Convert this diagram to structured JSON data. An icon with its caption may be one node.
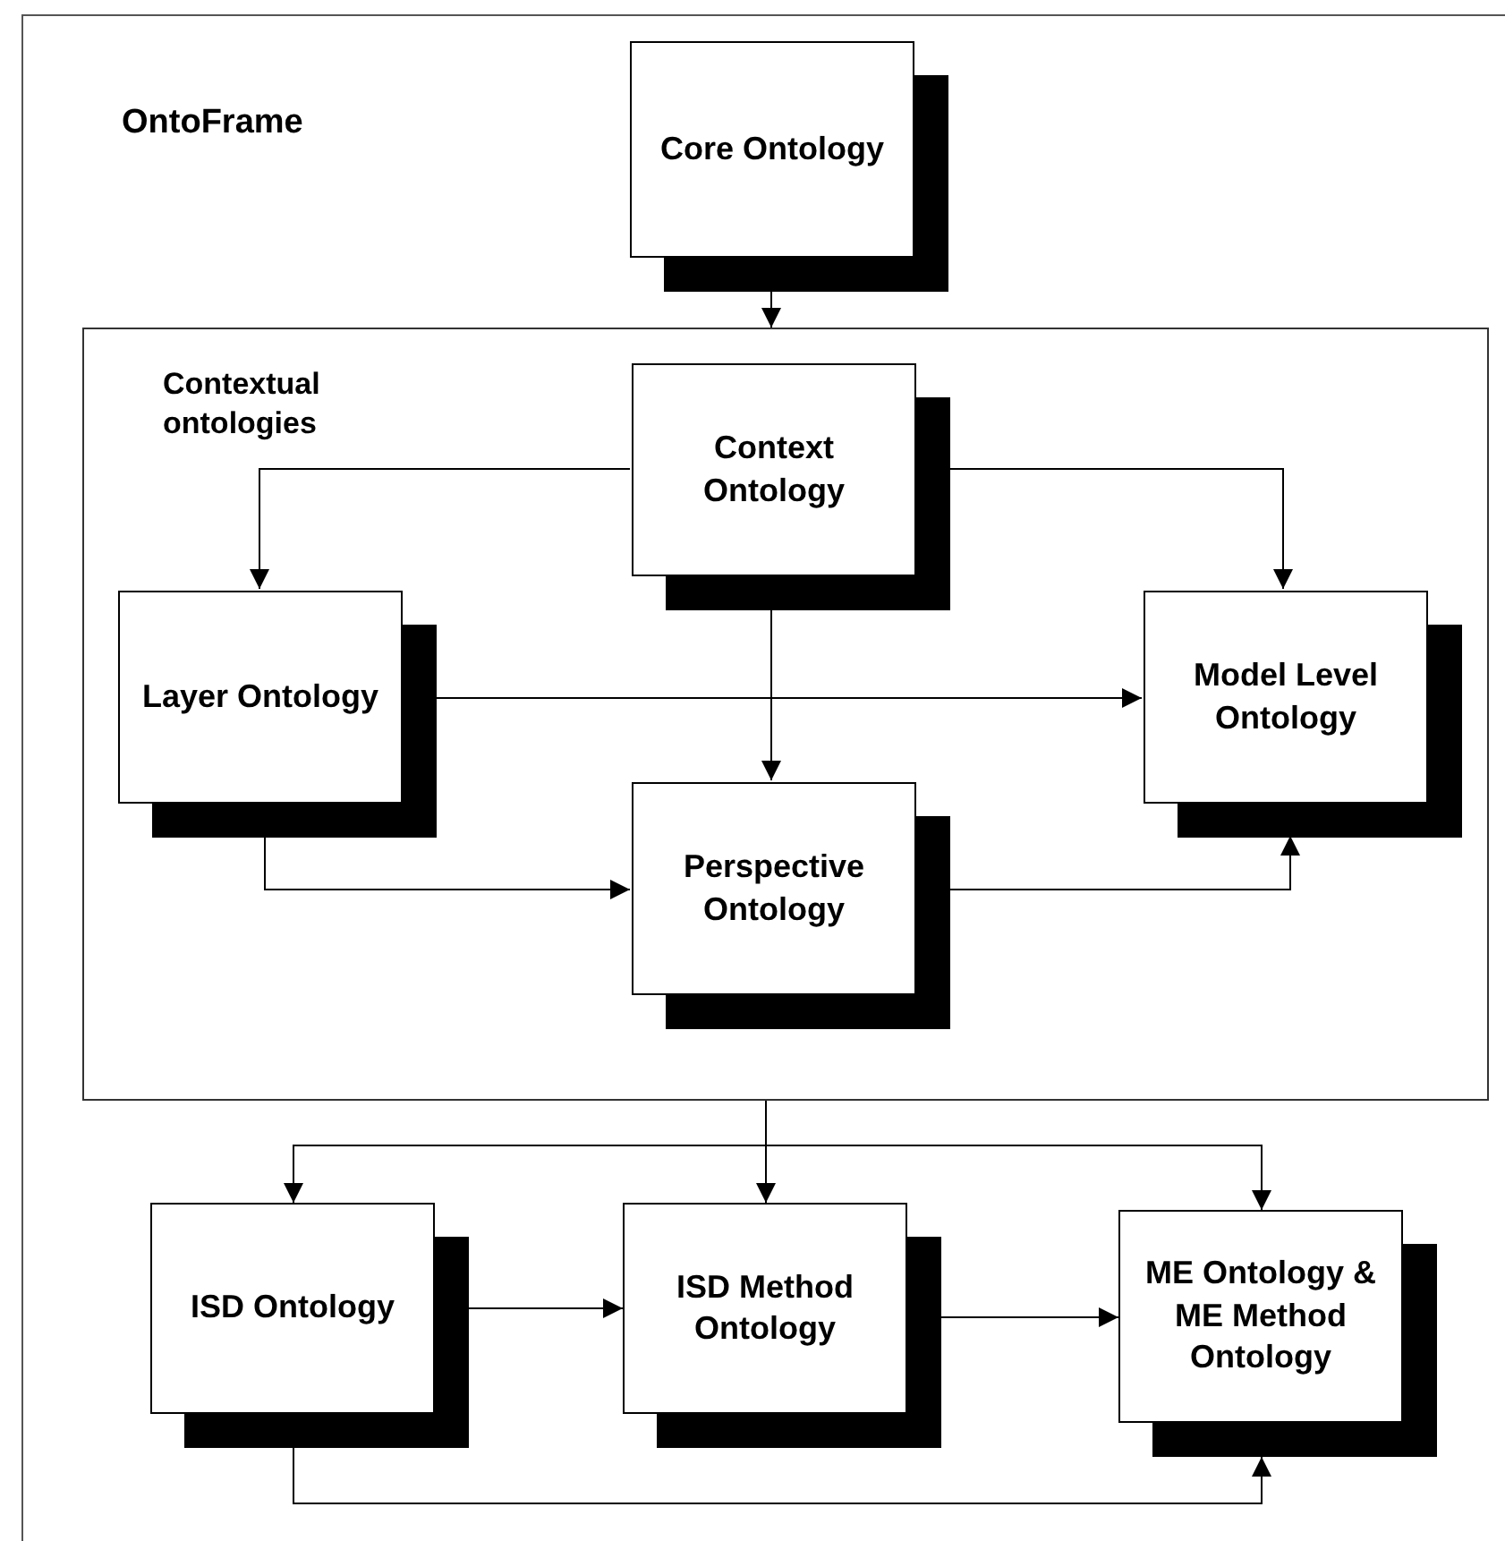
{
  "diagram": {
    "title": "OntoFrame",
    "nodes": [
      {
        "text": [
          "Core Ontology"
        ]
      },
      {
        "text": [
          "Contextual ontologies"
        ]
      },
      {
        "text": [
          "Context Ontology"
        ],
        "in": 1
      },
      {
        "text": [
          "Layer Ontology"
        ],
        "in": 1
      },
      {
        "text": [
          "Model Level Ontology"
        ],
        "in": 1
      },
      {
        "text": [
          "Perspective Ontology"
        ],
        "in": 1
      },
      {
        "text": [
          "ISD Ontology"
        ]
      },
      {
        "text": [
          "ISD Method Ontology"
        ]
      },
      {
        "text": [
          "ME Ontology & ME Method Ontology"
        ]
      }
    ],
    "edges": [
      {
        "from": 0,
        "to": 1,
        "arrow": "to"
      },
      {
        "from": 2,
        "to": 3,
        "arrow": "to"
      },
      {
        "from": 2,
        "to": 4,
        "arrow": "to"
      },
      {
        "from": 2,
        "to": 5,
        "arrow": "to"
      },
      {
        "from": 3,
        "to": 4,
        "arrow": "to"
      },
      {
        "from": 3,
        "to": 5,
        "arrow": "to"
      },
      {
        "from": 5,
        "to": 4,
        "arrow": "to"
      },
      {
        "from": 1,
        "to": 6,
        "arrow": "to"
      },
      {
        "from": 1,
        "to": 7,
        "arrow": "to"
      },
      {
        "from": 1,
        "to": 8,
        "arrow": "to"
      },
      {
        "from": 6,
        "to": 7,
        "arrow": "to"
      },
      {
        "from": 7,
        "to": 8,
        "arrow": "to"
      },
      {
        "from": 6,
        "to": 8,
        "arrow": "to"
      }
    ]
  }
}
